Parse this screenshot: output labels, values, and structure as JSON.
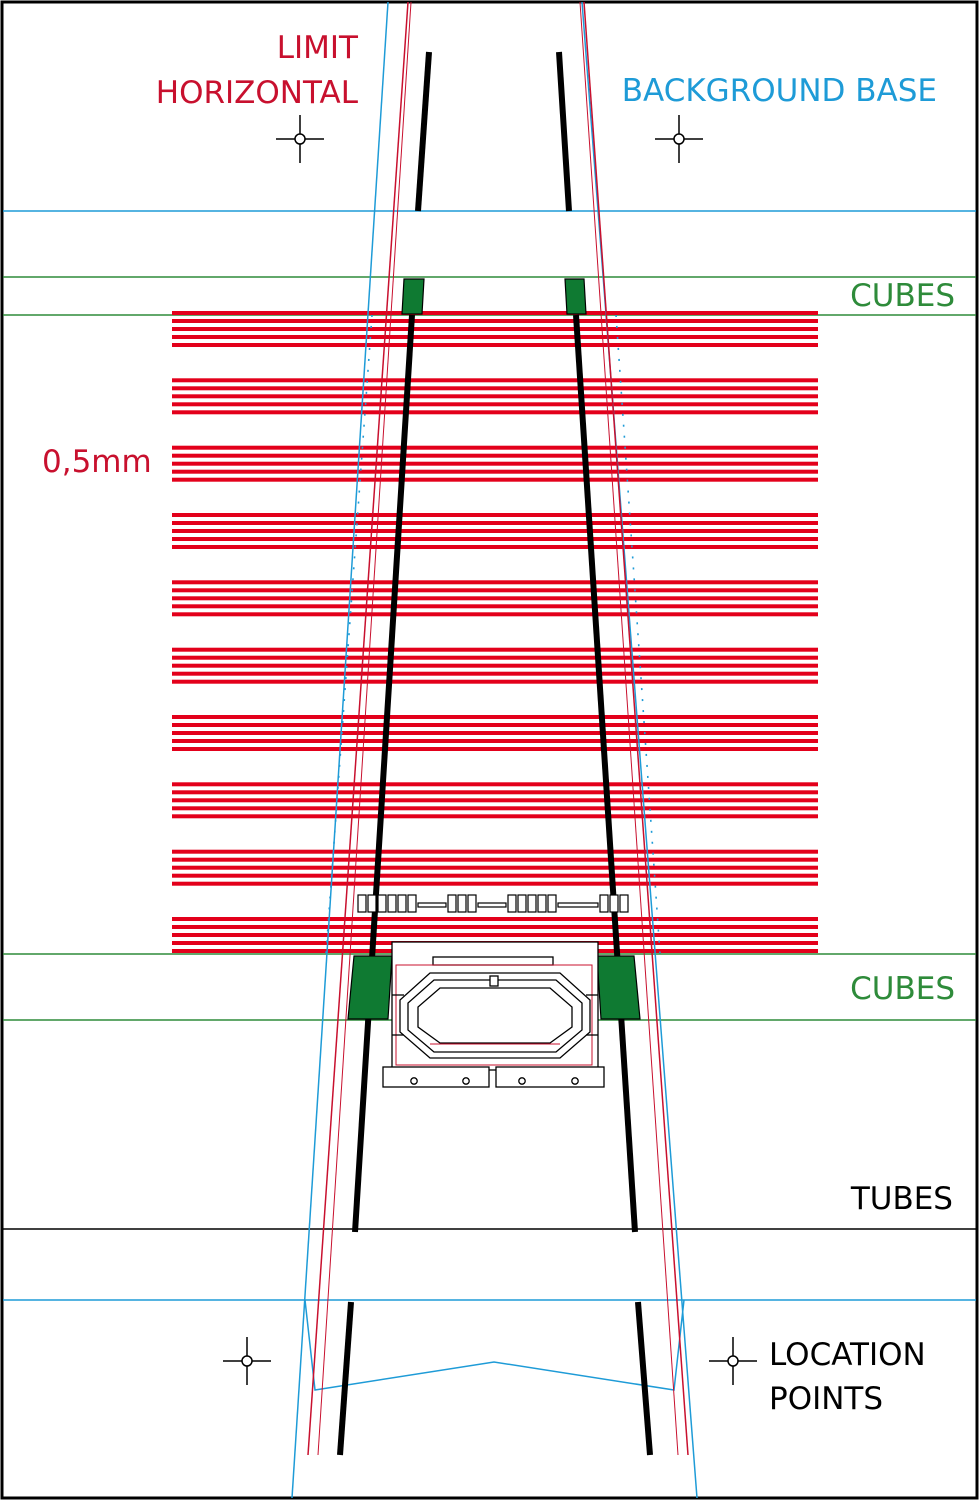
{
  "labels": {
    "limit_line1": "LIMIT",
    "limit_line2": "HORIZONTAL",
    "background_base": "BACKGROUND BASE",
    "cubes_top": "CUBES",
    "cubes_bottom": "CUBES",
    "dimension": "0,5mm",
    "tubes": "TUBES",
    "location_line1": "LOCATION",
    "location_line2": "POINTS"
  },
  "colors": {
    "limit_red": "#c8102e",
    "base_blue": "#1e9bd7",
    "cube_green": "#0f7a32",
    "guide_green": "#2e8b3a",
    "ink": "#000000",
    "stripe_red": "#e3001b"
  },
  "stripe_groups": 10,
  "stripe_lines_per_group": 5,
  "location_marks": 4
}
